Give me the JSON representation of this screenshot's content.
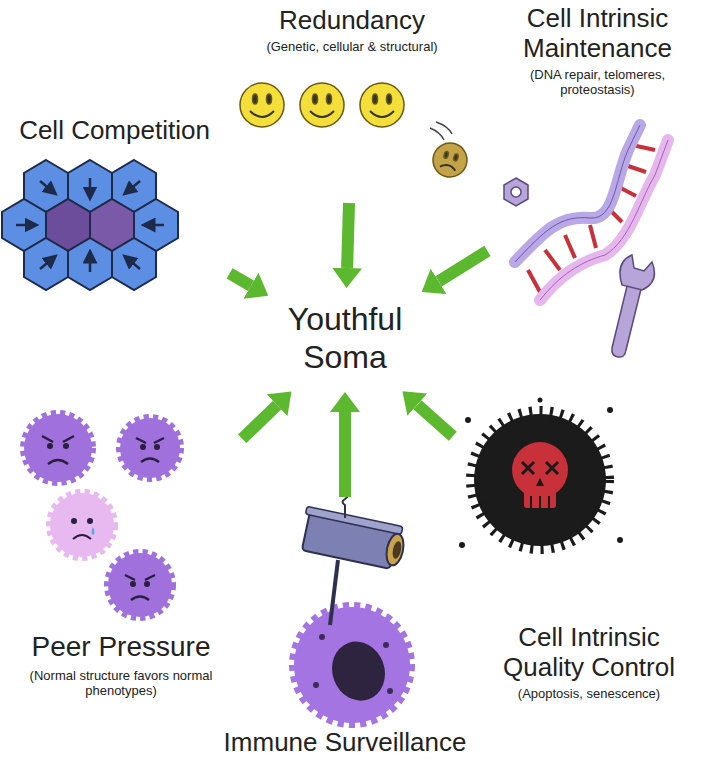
{
  "diagram": {
    "nodes": [
      {
        "text": [
          "Redundancy",
          "(Genetic, cellular & structural)"
        ]
      },
      {
        "text": [
          "Cell Competition"
        ]
      },
      {
        "text": [
          "Cell Intrinsic Maintenance",
          "(DNA repair, telomeres, proteostasis)"
        ]
      },
      {
        "text": [
          "Youthful Soma"
        ]
      },
      {
        "text": [
          "Peer Pressure",
          "(Normal structure favors normal phenotypes)"
        ]
      },
      {
        "text": [
          "Cell Intrinsic Quality Control",
          "(Apoptosis, senescence)"
        ]
      },
      {
        "text": [
          "Immune Surveillance"
        ]
      }
    ],
    "edges": [
      {
        "from": 0,
        "to": 3,
        "arrow": "to"
      },
      {
        "from": 1,
        "to": 3,
        "arrow": "to"
      },
      {
        "from": 2,
        "to": 3,
        "arrow": "to"
      },
      {
        "from": 4,
        "to": 3,
        "arrow": "to"
      },
      {
        "from": 5,
        "to": 3,
        "arrow": "to"
      },
      {
        "from": 6,
        "to": 3,
        "arrow": "to"
      }
    ]
  }
}
